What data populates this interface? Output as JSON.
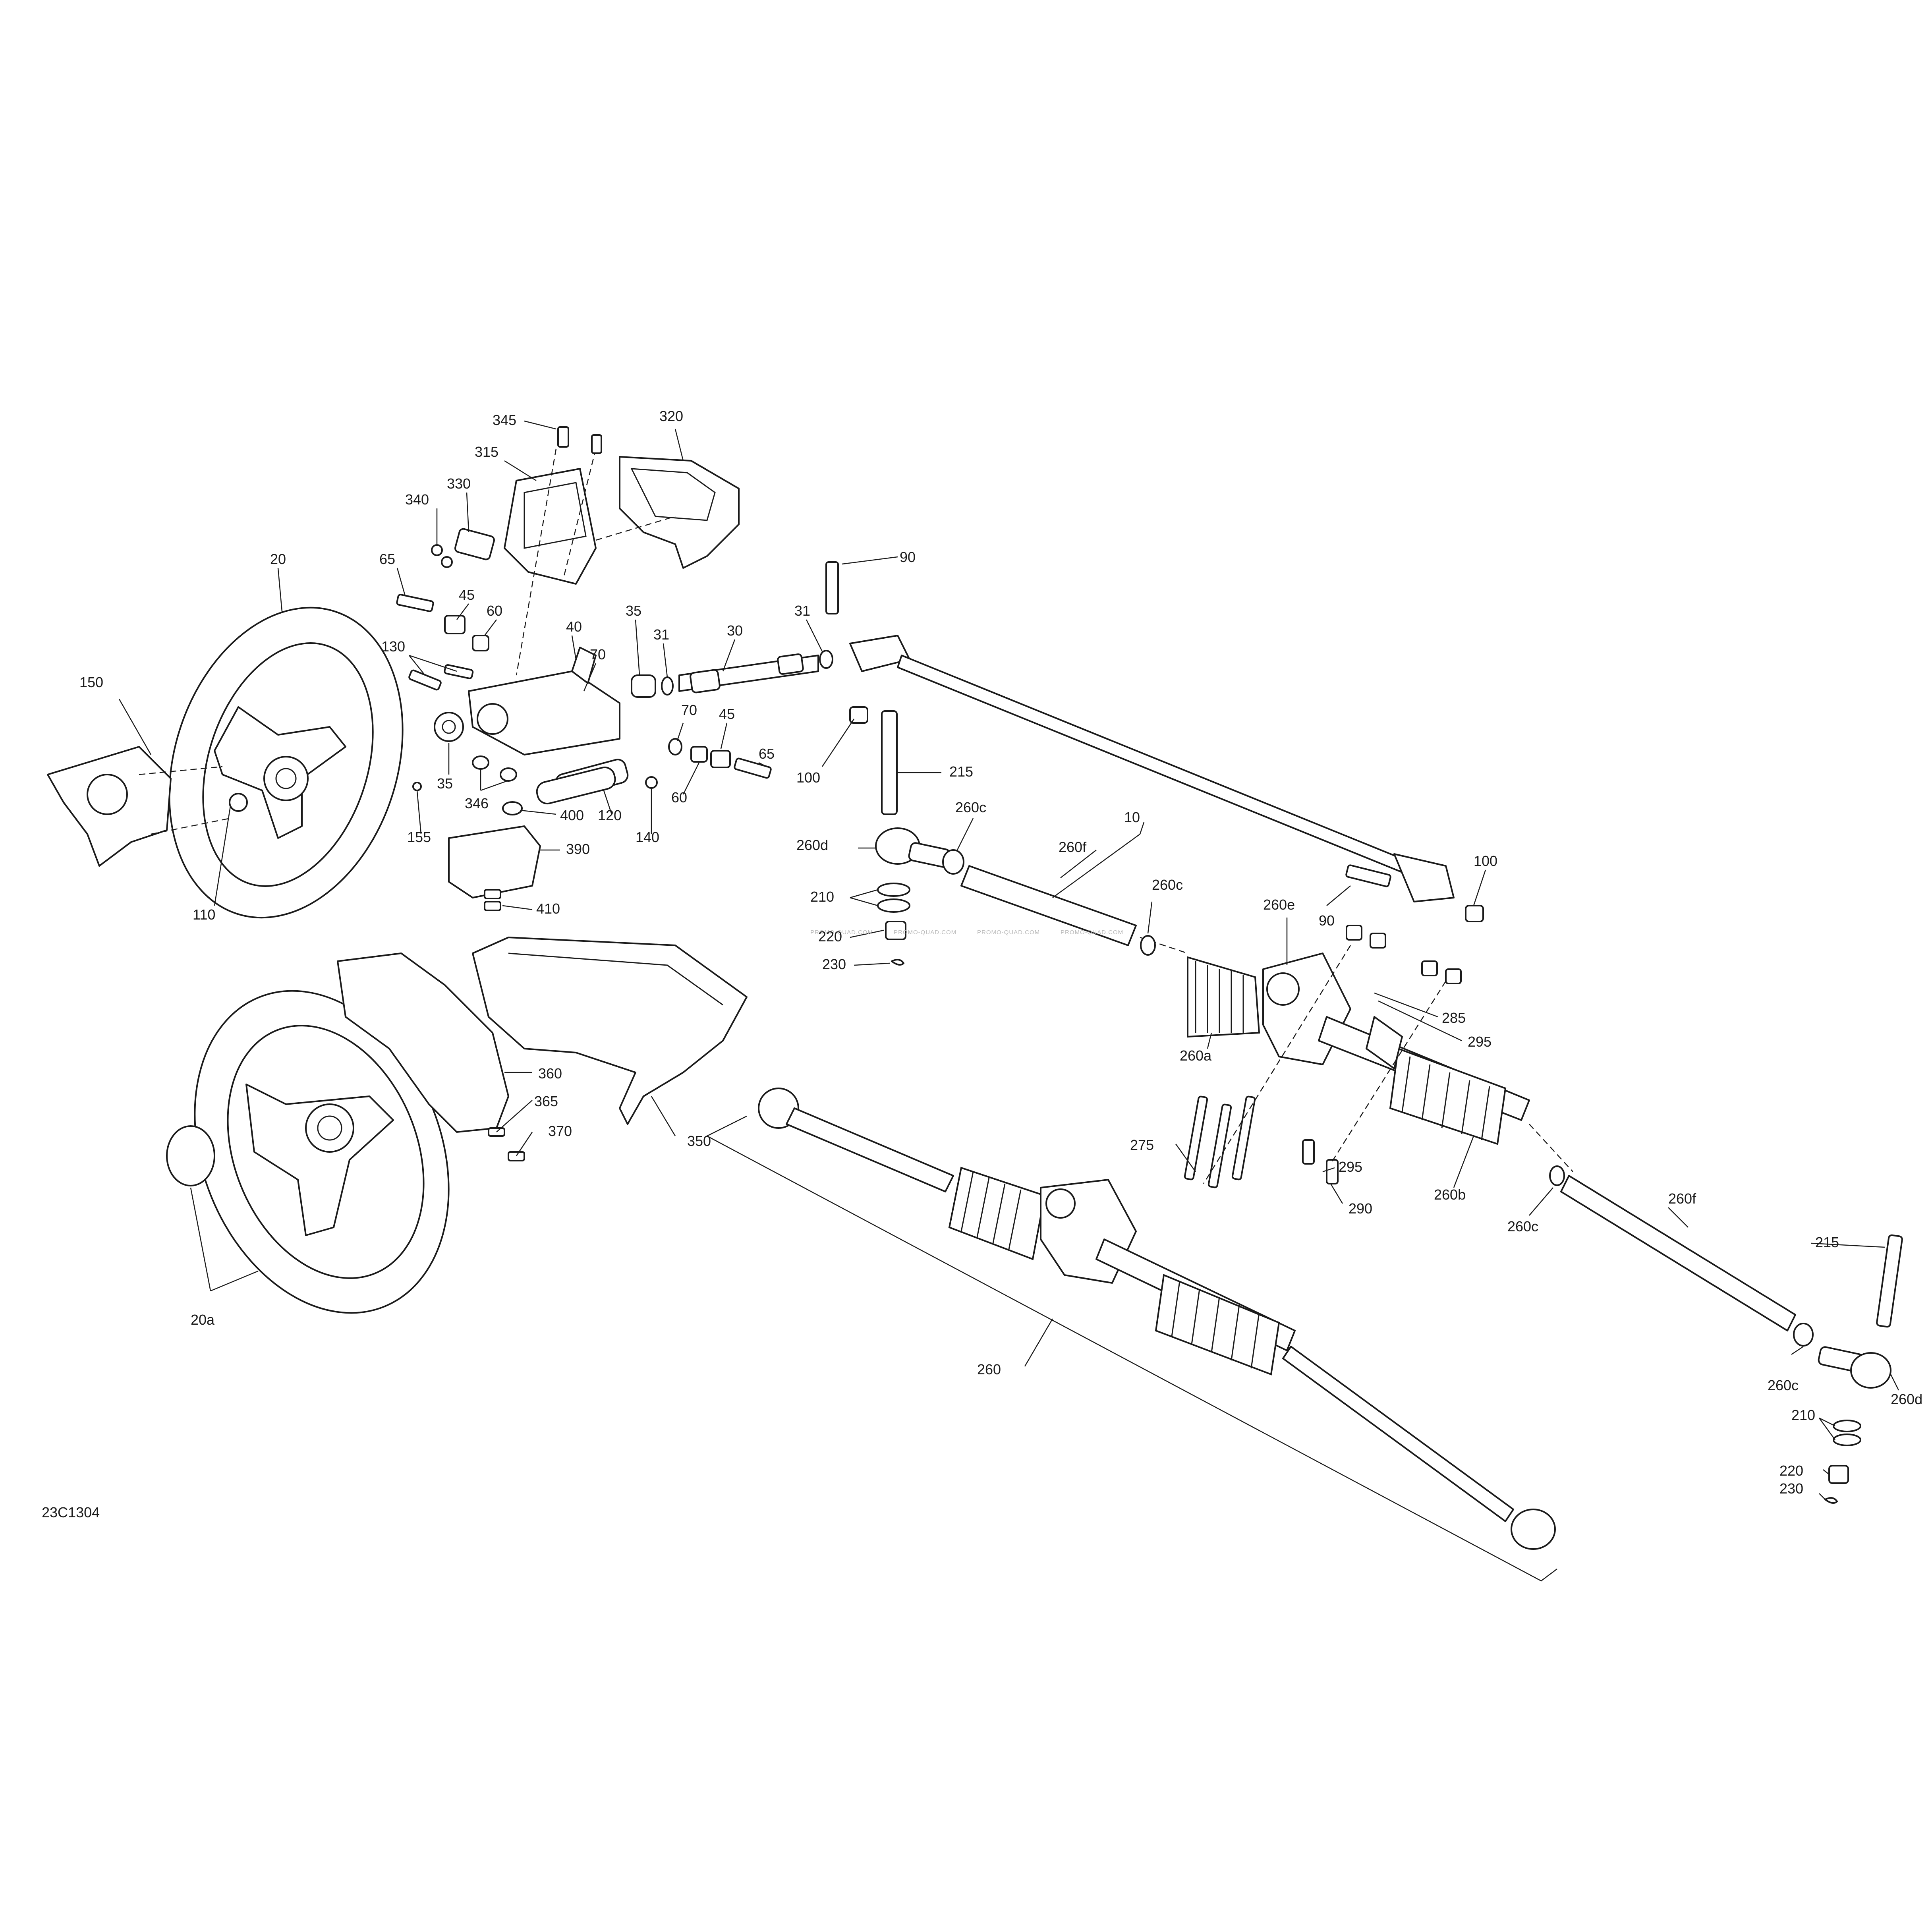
{
  "diagram": {
    "reference": "23C1304",
    "watermark": "PROMO-QUAD.COM",
    "labels": {
      "l345": "345",
      "l320": "320",
      "l315": "315",
      "l340": "340",
      "l330": "330",
      "l90a": "90",
      "l65a": "65",
      "l45a": "45",
      "l60a": "60",
      "l20": "20",
      "l35a": "35",
      "l31a": "31",
      "l30": "30",
      "l31b": "31",
      "l40": "40",
      "l130": "130",
      "l70a": "70",
      "l150": "150",
      "l70b": "70",
      "l45b": "45",
      "l65b": "65",
      "l35b": "35",
      "l346": "346",
      "l400": "400",
      "l120": "120",
      "l60b": "60",
      "l100a": "100",
      "l215a": "215",
      "l260c1": "260c",
      "l10": "10",
      "l155": "155",
      "l140": "140",
      "l260d1": "260d",
      "l260f1": "260f",
      "l100b": "100",
      "l390": "390",
      "l110": "110",
      "l210a": "210",
      "l260c2": "260c",
      "l90b": "90",
      "l410": "410",
      "l260e": "260e",
      "l220a": "220",
      "l230a": "230",
      "l285": "285",
      "l295a": "295",
      "l260a": "260a",
      "l360": "360",
      "l365": "365",
      "l370": "370",
      "l350": "350",
      "l275": "275",
      "l295b": "295",
      "l290": "290",
      "l260b": "260b",
      "l260c3": "260c",
      "l260f2": "260f",
      "l215b": "215",
      "l20a": "20a",
      "l260": "260",
      "l260c4": "260c",
      "l260d2": "260d",
      "l210b": "210",
      "l220b": "220",
      "l230b": "230"
    }
  }
}
